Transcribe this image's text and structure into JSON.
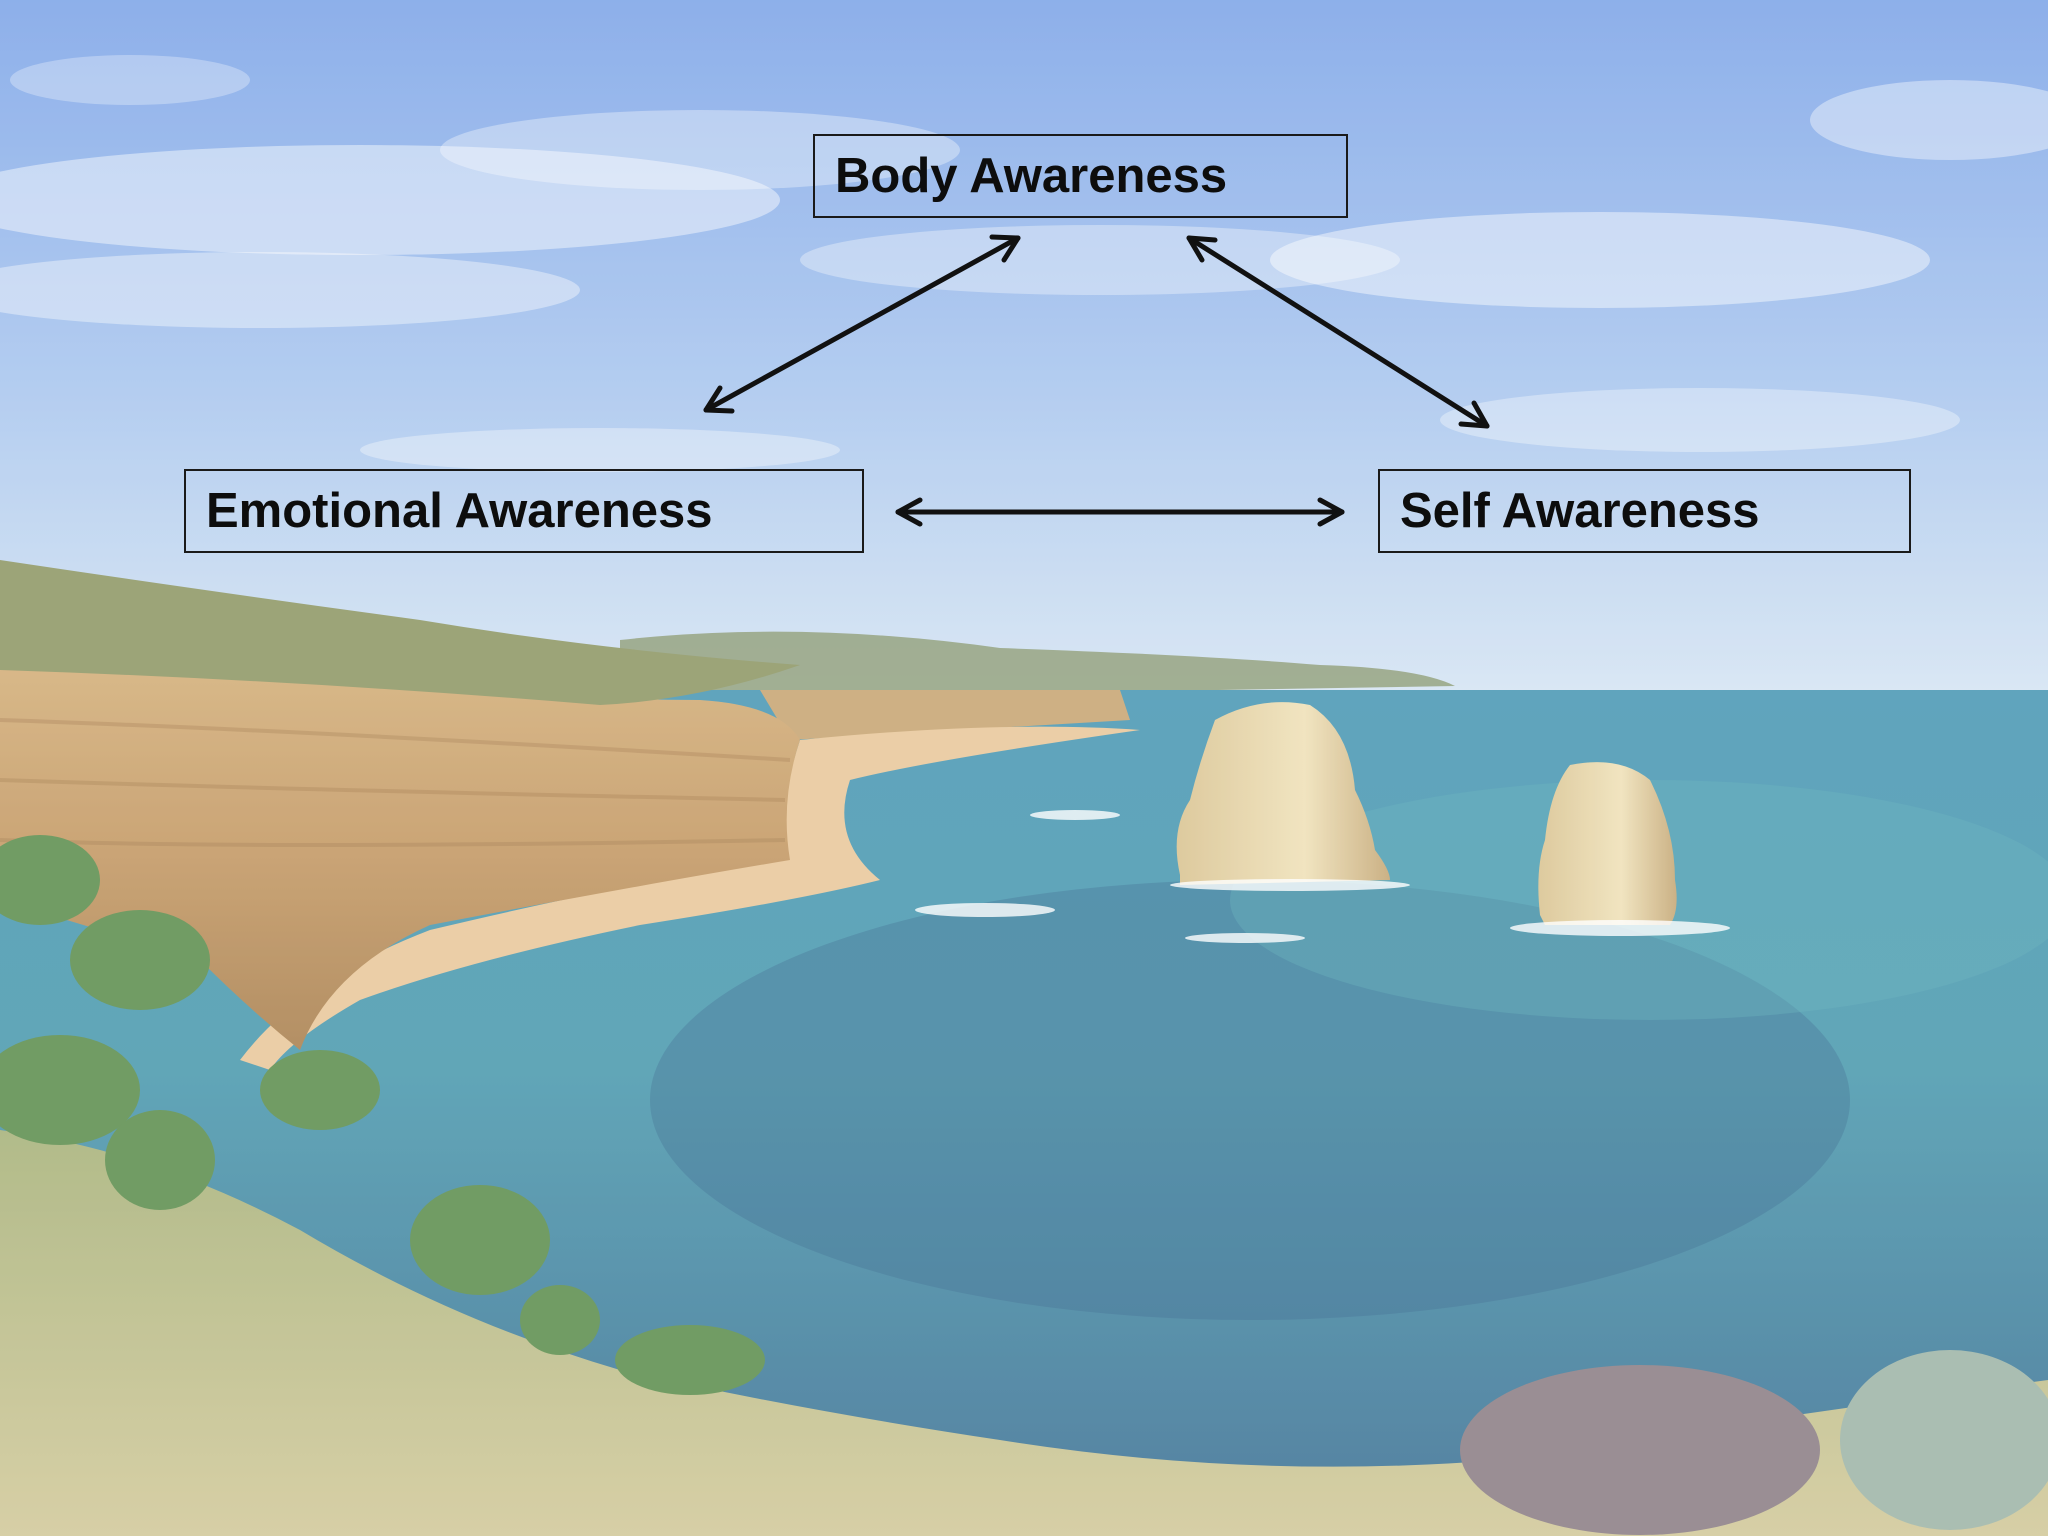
{
  "nodes": {
    "body": "Body Awareness",
    "emotional": "Emotional Awareness",
    "self": "Self Awareness"
  },
  "edges": [
    {
      "from": "body",
      "to": "emotional",
      "direction": "both"
    },
    {
      "from": "body",
      "to": "self",
      "direction": "both"
    },
    {
      "from": "emotional",
      "to": "self",
      "direction": "both"
    }
  ],
  "colors": {
    "sky_top": "#7fa6e6",
    "sky_horizon": "#cfe0f2",
    "sea": "#3f8aa6",
    "cliff": "#c9a36a",
    "sand": "#e8c79a",
    "grass": "#b9b783",
    "ink": "#111111"
  }
}
